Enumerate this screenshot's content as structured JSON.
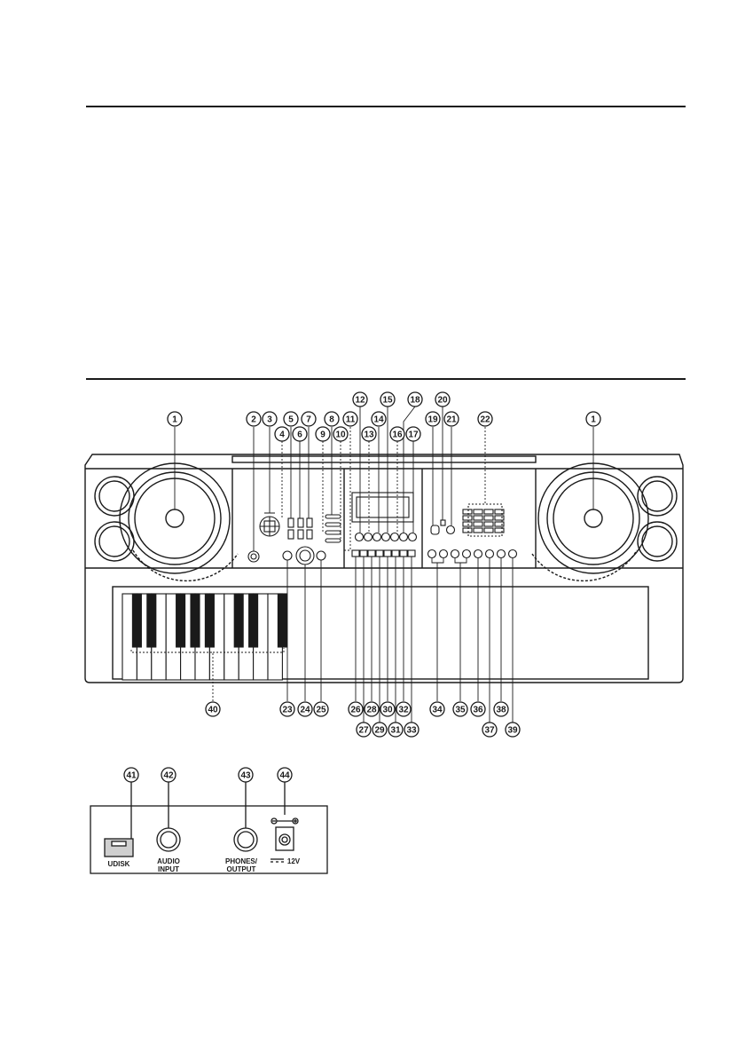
{
  "callouts": {
    "speaker_left": "1",
    "speaker_right": "1",
    "c2": "2",
    "c3": "3",
    "c4": "4",
    "c5": "5",
    "c6": "6",
    "c7": "7",
    "c8": "8",
    "c9": "9",
    "c10": "10",
    "c11": "11",
    "c12": "12",
    "c13": "13",
    "c14": "14",
    "c15": "15",
    "c16": "16",
    "c17": "17",
    "c18": "18",
    "c19": "19",
    "c20": "20",
    "c21": "21",
    "c22": "22",
    "c23": "23",
    "c24": "24",
    "c25": "25",
    "c26": "26",
    "c27": "27",
    "c28": "28",
    "c29": "29",
    "c30": "30",
    "c31": "31",
    "c32": "32",
    "c33": "33",
    "c34": "34",
    "c35": "35",
    "c36": "36",
    "c37": "37",
    "c38": "38",
    "c39": "39",
    "c40": "40",
    "c41": "41",
    "c42": "42",
    "c43": "43",
    "c44": "44"
  },
  "rear_panel": {
    "udisk": "UDISK",
    "audio_input_line1": "AUDIO",
    "audio_input_line2": "INPUT",
    "phones_output_line1": "PHONES/",
    "phones_output_line2": "OUTPUT",
    "power": "12V"
  }
}
